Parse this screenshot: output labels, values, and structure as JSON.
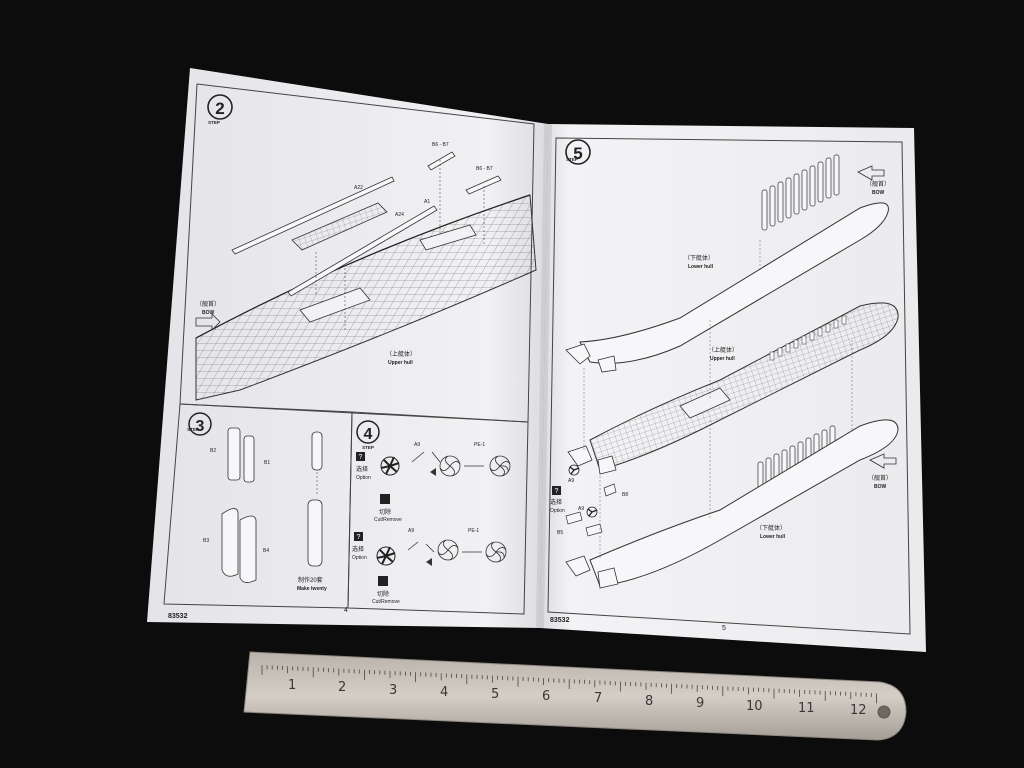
{
  "instructions": {
    "left_page": {
      "step_2": {
        "step_number": "2",
        "step_word": "STEP",
        "parts": [
          "B6 - B7",
          "B6 - B7",
          "A22",
          "A24",
          "A1"
        ],
        "bow_cn": "（舰首）",
        "bow_en": "BOW",
        "hull_cn": "（上艇体）",
        "hull_en": "Upper hull"
      },
      "step_3": {
        "step_number": "3",
        "step_word": "STEP",
        "parts": [
          "B2",
          "B1",
          "B3",
          "B4"
        ],
        "make_cn": "制作20套",
        "make_en": "Make twenty"
      },
      "step_4": {
        "step_number": "4",
        "step_word": "STEP",
        "parts": [
          "A9",
          "PE-1",
          "A9",
          "PE-1"
        ],
        "option_cn": "选择",
        "option_en": "Option",
        "cut_cn": "切除",
        "cut_en": "Cut/Remove"
      },
      "kit_number": "83532",
      "page_number": "4"
    },
    "right_page": {
      "step_5": {
        "step_number": "5",
        "step_word": "STEP",
        "bow_cn": "（舰首）",
        "bow_en": "BOW",
        "lower_hull_cn": "（下艇体）",
        "lower_hull_en": "Lower hull",
        "upper_hull_cn": "（上艇体）",
        "upper_hull_en": "Upper hull",
        "parts": [
          "A9",
          "B8",
          "A9",
          "B5"
        ],
        "option_cn": "选择",
        "option_en": "Option"
      },
      "kit_number": "83532",
      "page_number": "5"
    }
  },
  "ruler": {
    "numbers": [
      "1",
      "2",
      "3",
      "4",
      "5",
      "6",
      "7",
      "8",
      "9",
      "10",
      "11",
      "12"
    ]
  }
}
